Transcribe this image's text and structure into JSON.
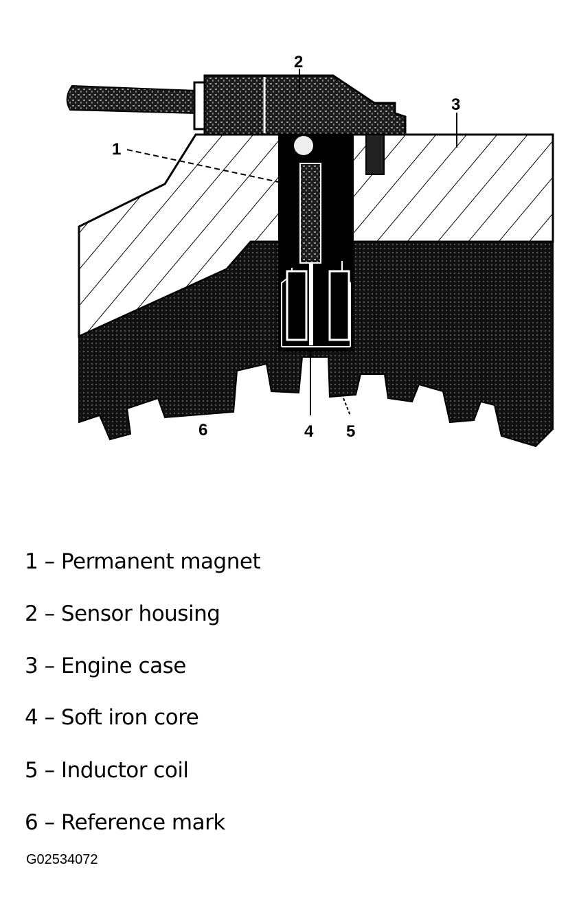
{
  "diagram": {
    "callouts": [
      "1",
      "2",
      "3",
      "4",
      "5",
      "6"
    ],
    "legend": [
      {
        "number": "1",
        "label": "Permanent magnet"
      },
      {
        "number": "2",
        "label": "Sensor housing"
      },
      {
        "number": "3",
        "label": "Engine case"
      },
      {
        "number": "4",
        "label": "Soft iron core"
      },
      {
        "number": "5",
        "label": "Inductor coil"
      },
      {
        "number": "6",
        "label": "Reference mark"
      }
    ],
    "legend_text": [
      "1 – Permanent magnet",
      "2 – Sensor housing",
      "3 – Engine case",
      "4 – Soft iron core",
      "5 – Inductor coil",
      "6 – Reference mark"
    ],
    "figure_code": "G02534072"
  }
}
